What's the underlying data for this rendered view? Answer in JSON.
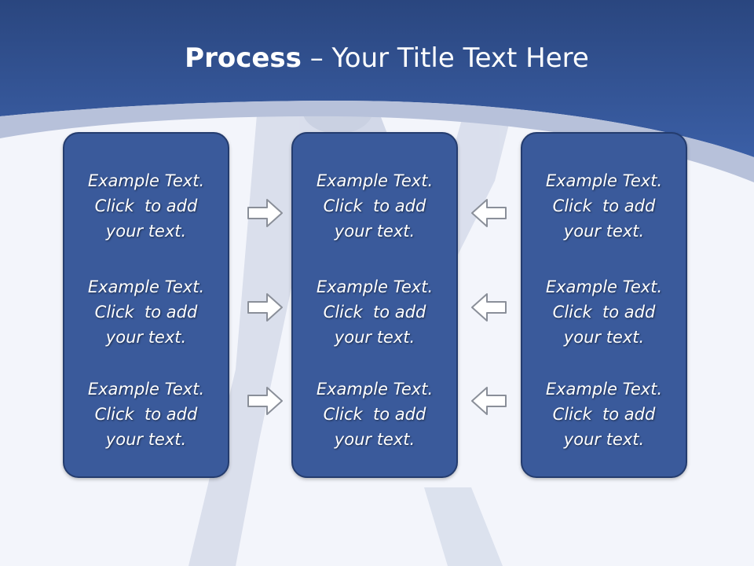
{
  "title": {
    "strong": "Process",
    "dash": " – ",
    "rest": "Your Title Text Here"
  },
  "columns": [
    {
      "name": "left",
      "items": [
        {
          "l1": "Example Text.",
          "l2": "Click  to add",
          "l3": "your text."
        },
        {
          "l1": "Example Text.",
          "l2": "Click  to add",
          "l3": "your text."
        },
        {
          "l1": "Example Text.",
          "l2": "Click  to add",
          "l3": "your text."
        }
      ]
    },
    {
      "name": "center",
      "items": [
        {
          "l1": "Example Text.",
          "l2": "Click  to add",
          "l3": "your text."
        },
        {
          "l1": "Example Text.",
          "l2": "Click  to add",
          "l3": "your text."
        },
        {
          "l1": "Example Text.",
          "l2": "Click  to add",
          "l3": "your text."
        }
      ]
    },
    {
      "name": "right",
      "items": [
        {
          "l1": "Example Text.",
          "l2": "Click  to add",
          "l3": "your text."
        },
        {
          "l1": "Example Text.",
          "l2": "Click  to add",
          "l3": "your text."
        },
        {
          "l1": "Example Text.",
          "l2": "Click  to add",
          "l3": "your text."
        }
      ]
    }
  ],
  "icons": {
    "left_arrows": "arrow-right-icon",
    "right_arrows": "arrow-left-icon"
  },
  "colors": {
    "header_blue": "#2e4f91",
    "box_fill": "#3a5a9b",
    "box_border": "#243c6e",
    "text": "#ffffff"
  }
}
